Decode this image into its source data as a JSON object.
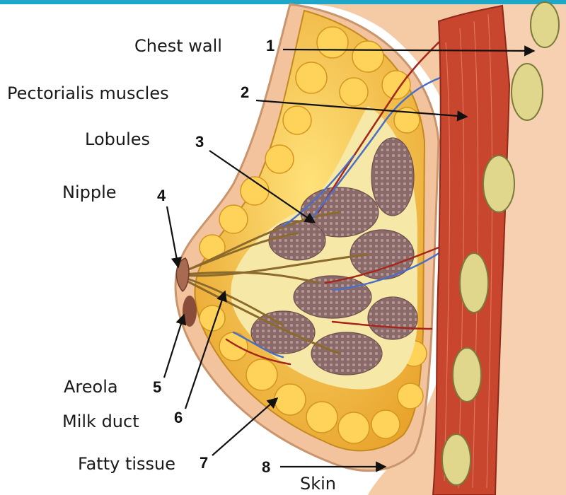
{
  "colors": {
    "frame": "#1ea7c9",
    "skin": "#f4c9a3",
    "fat": "#f4b63a",
    "muscle": "#c7432c",
    "lobule": "#8e6c6a",
    "vein": "#4a6fc4",
    "artery": "#a5261b"
  },
  "labels": [
    {
      "num": "1",
      "text": "Chest wall"
    },
    {
      "num": "2",
      "text": "Pectorialis muscles"
    },
    {
      "num": "3",
      "text": "Lobules"
    },
    {
      "num": "4",
      "text": "Nipple"
    },
    {
      "num": "5",
      "text": "Areola"
    },
    {
      "num": "6",
      "text": "Milk duct"
    },
    {
      "num": "7",
      "text": "Fatty tissue"
    },
    {
      "num": "8",
      "text": "Skin"
    }
  ]
}
